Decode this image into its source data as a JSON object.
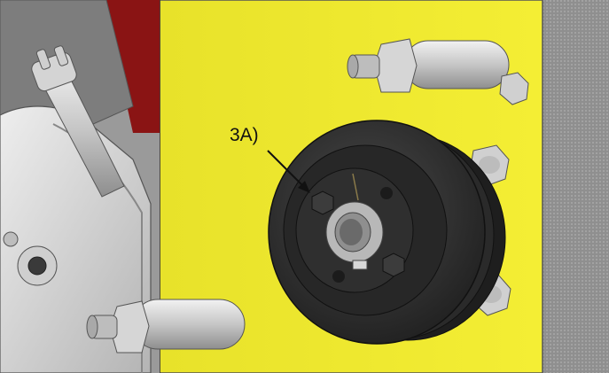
{
  "callout": {
    "label": "3A)"
  },
  "colors": {
    "plate": "#f2ec2a",
    "pulley": "#2e2e2e",
    "steel": "#c8c8c8",
    "engine_body": "#d9d9d9",
    "frame_red": "#8a1414",
    "grating": "#8c8c8c"
  },
  "icons": [
    "pulley",
    "hex-bolt",
    "standoff-bolt",
    "shaft-key",
    "callout-arrow"
  ]
}
